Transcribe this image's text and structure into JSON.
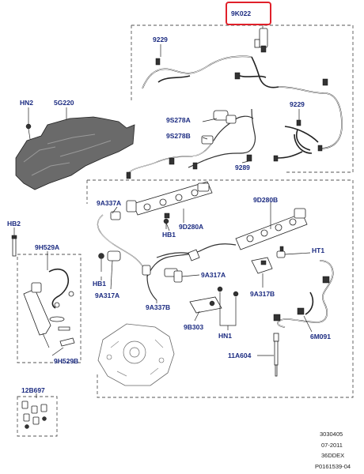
{
  "diagram": {
    "highlight_color": "#e0202a",
    "label_color": "#1a2a80",
    "parts": {
      "p9K022": "9K022",
      "p9229_top": "9229",
      "p9229_right": "9229",
      "pHN2": "HN2",
      "p5G220": "5G220",
      "p9S278A": "9S278A",
      "p9S278B": "9S278B",
      "p9289": "9289",
      "p9A337A": "9A337A",
      "p9D280B": "9D280B",
      "p9D280A": "9D280A",
      "pHB1_top": "HB1",
      "pHB2": "HB2",
      "p9H529A": "9H529A",
      "pHT1": "HT1",
      "pHB1_bottom": "HB1",
      "p9A317A_left": "9A317A",
      "p9A317A_mid": "9A317A",
      "p9A337B": "9A337B",
      "p9A317B": "9A317B",
      "p9B303": "9B303",
      "pHN1": "HN1",
      "p6M091": "6M091",
      "p11A604": "11A604",
      "p9H529B": "9H529B",
      "p12B697": "12B697"
    },
    "footer": {
      "line1": "3030405",
      "line2": "07-2011",
      "line3": "36DDEX",
      "line4": "P0161539-04"
    }
  }
}
